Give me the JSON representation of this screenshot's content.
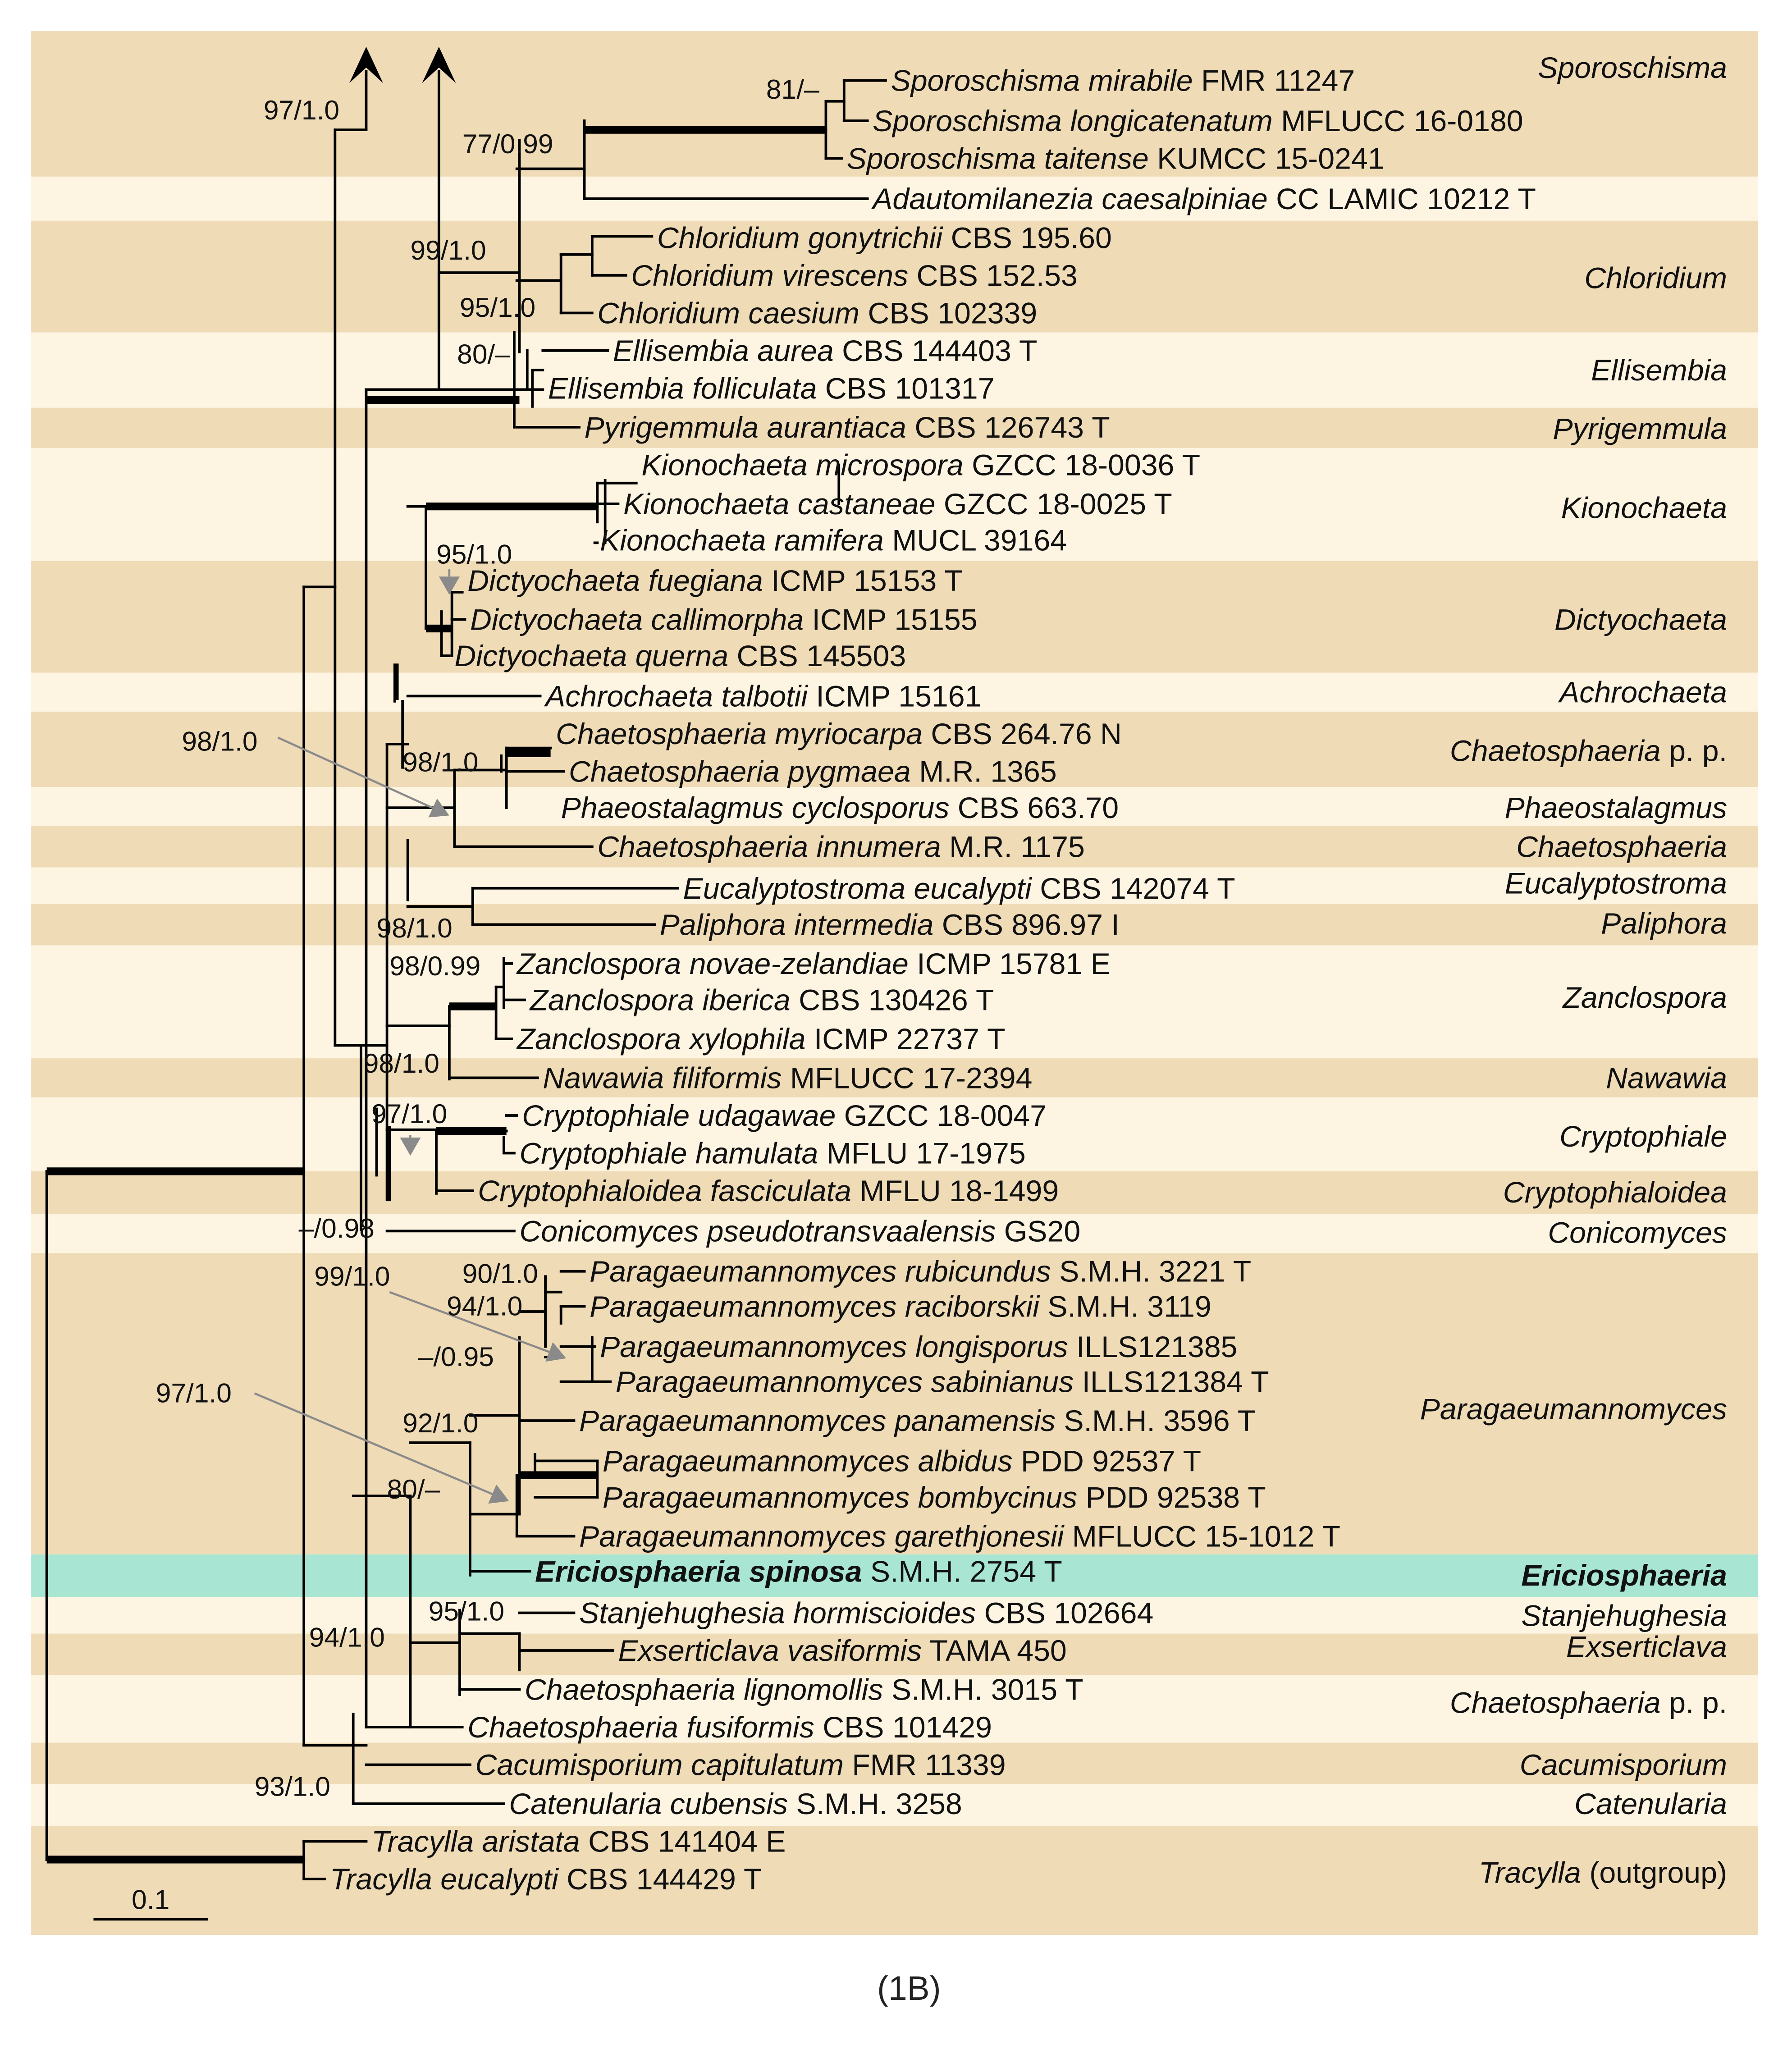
{
  "figure": {
    "caption": "(1B)",
    "scale_bar_label": "0.1",
    "colors": {
      "band_dark": "#efdbb6",
      "band_light": "#fdf5e2",
      "highlight": "#a8e6d3",
      "arrow_gray": "#8a8a8a",
      "branch": "#000000"
    }
  },
  "bands": [
    {
      "tone": "dark"
    },
    {
      "tone": "light"
    },
    {
      "tone": "dark"
    },
    {
      "tone": "light"
    },
    {
      "tone": "dark"
    },
    {
      "tone": "light"
    },
    {
      "tone": "dark"
    },
    {
      "tone": "light"
    },
    {
      "tone": "dark"
    },
    {
      "tone": "light"
    },
    {
      "tone": "dark"
    },
    {
      "tone": "light"
    },
    {
      "tone": "dark"
    },
    {
      "tone": "light"
    },
    {
      "tone": "dark"
    },
    {
      "tone": "light"
    },
    {
      "tone": "dark"
    },
    {
      "tone": "light"
    },
    {
      "tone": "dark"
    },
    {
      "tone": "highlight"
    },
    {
      "tone": "light"
    },
    {
      "tone": "dark"
    },
    {
      "tone": "light"
    },
    {
      "tone": "dark"
    },
    {
      "tone": "light"
    },
    {
      "tone": "dark"
    }
  ],
  "taxa": [
    {
      "genus": "Sporoschisma",
      "epithet": "mirabile",
      "strain": "FMR 11247"
    },
    {
      "genus": "Sporoschisma",
      "epithet": "longicatenatum",
      "strain": "MFLUCC 16-0180"
    },
    {
      "genus": "Sporoschisma",
      "epithet": "taitense",
      "strain": "KUMCC 15-0241"
    },
    {
      "genus": "Adautomilanezia",
      "epithet": "caesalpiniae",
      "strain": "CC LAMIC 10212 T"
    },
    {
      "genus": "Chloridium",
      "epithet": "gonytrichii",
      "strain": "CBS 195.60"
    },
    {
      "genus": "Chloridium",
      "epithet": "virescens",
      "strain": "CBS 152.53"
    },
    {
      "genus": "Chloridium",
      "epithet": "caesium",
      "strain": "CBS 102339"
    },
    {
      "genus": "Ellisembia",
      "epithet": "aurea",
      "strain": "CBS 144403 T"
    },
    {
      "genus": "Ellisembia",
      "epithet": "folliculata",
      "strain": "CBS 101317"
    },
    {
      "genus": "Pyrigemmula",
      "epithet": "aurantiaca",
      "strain": "CBS 126743 T"
    },
    {
      "genus": "Kionochaeta",
      "epithet": "microspora",
      "strain": "GZCC 18-0036 T"
    },
    {
      "genus": "Kionochaeta",
      "epithet": "castaneae",
      "strain": "GZCC 18-0025 T"
    },
    {
      "genus": "Kionochaeta",
      "epithet": "ramifera",
      "strain": "MUCL 39164"
    },
    {
      "genus": "Dictyochaeta",
      "epithet": "fuegiana",
      "strain": "ICMP 15153 T"
    },
    {
      "genus": "Dictyochaeta",
      "epithet": "callimorpha",
      "strain": "ICMP 15155"
    },
    {
      "genus": "Dictyochaeta",
      "epithet": "querna",
      "strain": "CBS 145503"
    },
    {
      "genus": "Achrochaeta",
      "epithet": "talbotii",
      "strain": "ICMP 15161"
    },
    {
      "genus": "Chaetosphaeria",
      "epithet": "myriocarpa",
      "strain": "CBS 264.76 N"
    },
    {
      "genus": "Chaetosphaeria",
      "epithet": "pygmaea",
      "strain": "M.R. 1365"
    },
    {
      "genus": "Phaeostalagmus",
      "epithet": "cyclosporus",
      "strain": "CBS 663.70"
    },
    {
      "genus": "Chaetosphaeria",
      "epithet": "innumera",
      "strain": "M.R. 1175"
    },
    {
      "genus": "Eucalyptostroma",
      "epithet": "eucalypti",
      "strain": "CBS 142074 T"
    },
    {
      "genus": "Paliphora",
      "epithet": "intermedia",
      "strain": "CBS 896.97 I"
    },
    {
      "genus": "Zanclospora",
      "epithet": "novae-zelandiae",
      "strain": "ICMP 15781 E"
    },
    {
      "genus": "Zanclospora",
      "epithet": "iberica",
      "strain": "CBS 130426 T"
    },
    {
      "genus": "Zanclospora",
      "epithet": "xylophila",
      "strain": "ICMP 22737 T"
    },
    {
      "genus": "Nawawia",
      "epithet": "filiformis",
      "strain": "MFLUCC 17-2394"
    },
    {
      "genus": "Cryptophiale",
      "epithet": "udagawae",
      "strain": "GZCC 18-0047"
    },
    {
      "genus": "Cryptophiale",
      "epithet": "hamulata",
      "strain": "MFLU 17-1975"
    },
    {
      "genus": "Cryptophialoidea",
      "epithet": "fasciculata",
      "strain": "MFLU 18-1499"
    },
    {
      "genus": "Conicomyces",
      "epithet": "pseudotransvaalensis",
      "strain": "GS20"
    },
    {
      "genus": "Paragaeumannomyces",
      "epithet": "rubicundus",
      "strain": "S.M.H. 3221 T"
    },
    {
      "genus": "Paragaeumannomyces",
      "epithet": "raciborskii",
      "strain": "S.M.H. 3119"
    },
    {
      "genus": "Paragaeumannomyces",
      "epithet": "longisporus",
      "strain": "ILLS121385"
    },
    {
      "genus": "Paragaeumannomyces",
      "epithet": "sabinianus",
      "strain": "ILLS121384 T"
    },
    {
      "genus": "Paragaeumannomyces",
      "epithet": "panamensis",
      "strain": "S.M.H. 3596 T"
    },
    {
      "genus": "Paragaeumannomyces",
      "epithet": "albidus",
      "strain": "PDD 92537 T"
    },
    {
      "genus": "Paragaeumannomyces",
      "epithet": "bombycinus",
      "strain": "PDD 92538 T"
    },
    {
      "genus": "Paragaeumannomyces",
      "epithet": "garethjonesii",
      "strain": "MFLUCC 15-1012 T"
    },
    {
      "genus": "Ericiosphaeria",
      "epithet": "spinosa",
      "strain": "S.M.H. 2754 T",
      "highlight": true
    },
    {
      "genus": "Stanjehughesia",
      "epithet": "hormiscioides",
      "strain": "CBS 102664"
    },
    {
      "genus": "Exserticlava",
      "epithet": "vasiformis",
      "strain": "TAMA 450"
    },
    {
      "genus": "Chaetosphaeria",
      "epithet": "lignomollis",
      "strain": "S.M.H. 3015 T"
    },
    {
      "genus": "Chaetosphaeria",
      "epithet": "fusiformis",
      "strain": "CBS 101429"
    },
    {
      "genus": "Cacumisporium",
      "epithet": "capitulatum",
      "strain": "FMR 11339"
    },
    {
      "genus": "Catenularia",
      "epithet": "cubensis",
      "strain": "S.M.H. 3258"
    },
    {
      "genus": "Tracylla",
      "epithet": "aristata",
      "strain": "CBS 141404 E"
    },
    {
      "genus": "Tracylla",
      "epithet": "eucalypti",
      "strain": "CBS 144429 T"
    }
  ],
  "clades": [
    {
      "name": "Sporoschisma",
      "suffix": ""
    },
    {
      "name": "Chloridium",
      "suffix": ""
    },
    {
      "name": "Ellisembia",
      "suffix": ""
    },
    {
      "name": "Pyrigemmula",
      "suffix": ""
    },
    {
      "name": "Kionochaeta",
      "suffix": ""
    },
    {
      "name": "Dictyochaeta",
      "suffix": ""
    },
    {
      "name": "Achrochaeta",
      "suffix": ""
    },
    {
      "name": "Chaetosphaeria",
      "suffix": " p. p."
    },
    {
      "name": "Phaeostalagmus",
      "suffix": ""
    },
    {
      "name": "Chaetosphaeria",
      "suffix": ""
    },
    {
      "name": "Eucalyptostroma",
      "suffix": ""
    },
    {
      "name": "Paliphora",
      "suffix": ""
    },
    {
      "name": "Zanclospora",
      "suffix": ""
    },
    {
      "name": "Nawawia",
      "suffix": ""
    },
    {
      "name": "Cryptophiale",
      "suffix": ""
    },
    {
      "name": "Cryptophialoidea",
      "suffix": ""
    },
    {
      "name": "Conicomyces",
      "suffix": ""
    },
    {
      "name": "Paragaeumannomyces",
      "suffix": ""
    },
    {
      "name": "Ericiosphaeria",
      "suffix": "",
      "highlight": true
    },
    {
      "name": "Stanjehughesia",
      "suffix": ""
    },
    {
      "name": "Exserticlava",
      "suffix": ""
    },
    {
      "name": "Chaetosphaeria",
      "suffix": " p. p."
    },
    {
      "name": "Cacumisporium",
      "suffix": ""
    },
    {
      "name": "Catenularia",
      "suffix": ""
    },
    {
      "name": "Tracylla",
      "suffix": " (outgroup)"
    }
  ],
  "supports": [
    "97/1.0",
    "81/–",
    "77/0.99",
    "99/1.0",
    "95/1.0",
    "80/–",
    "95/1.0",
    "98/1.0",
    "98/1.0",
    "98/1.0",
    "98/0.99",
    "98/1.0",
    "97/1.0",
    "–/0.98",
    "99/1.0",
    "90/1.0",
    "94/1.0",
    "–/0.95",
    "97/1.0",
    "92/1.0",
    "80/–",
    "95/1.0",
    "94/1.0",
    "93/1.0"
  ]
}
